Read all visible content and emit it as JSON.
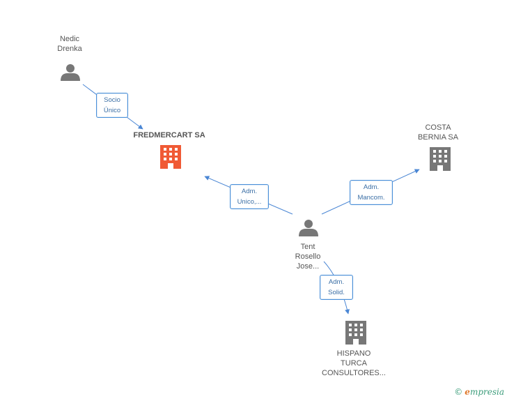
{
  "colors": {
    "edge": "#4a86d4",
    "person": "#777777",
    "company": "#777777",
    "company_highlight": "#f05a35"
  },
  "nodes": {
    "nedic": {
      "label": "Nedic\nDrenka",
      "icon": "person-icon"
    },
    "fredmercart": {
      "label": "FREDMERCART SA",
      "icon": "building-icon"
    },
    "costa": {
      "label": "COSTA\nBERNIA SA",
      "icon": "building-icon"
    },
    "tent": {
      "label": "Tent\nRosello\nJose...",
      "icon": "person-icon"
    },
    "hispano": {
      "label": "HISPANO\nTURCA\nCONSULTORES...",
      "icon": "building-icon"
    }
  },
  "edges": {
    "socio": "Socio\nÚnico",
    "adm_unico": "Adm.\nUnico,...",
    "adm_mancom": "Adm.\nMancom.",
    "adm_solid": "Adm.\nSolid."
  },
  "brand": {
    "copyright": "©",
    "e": "e",
    "name": "mpresia"
  }
}
